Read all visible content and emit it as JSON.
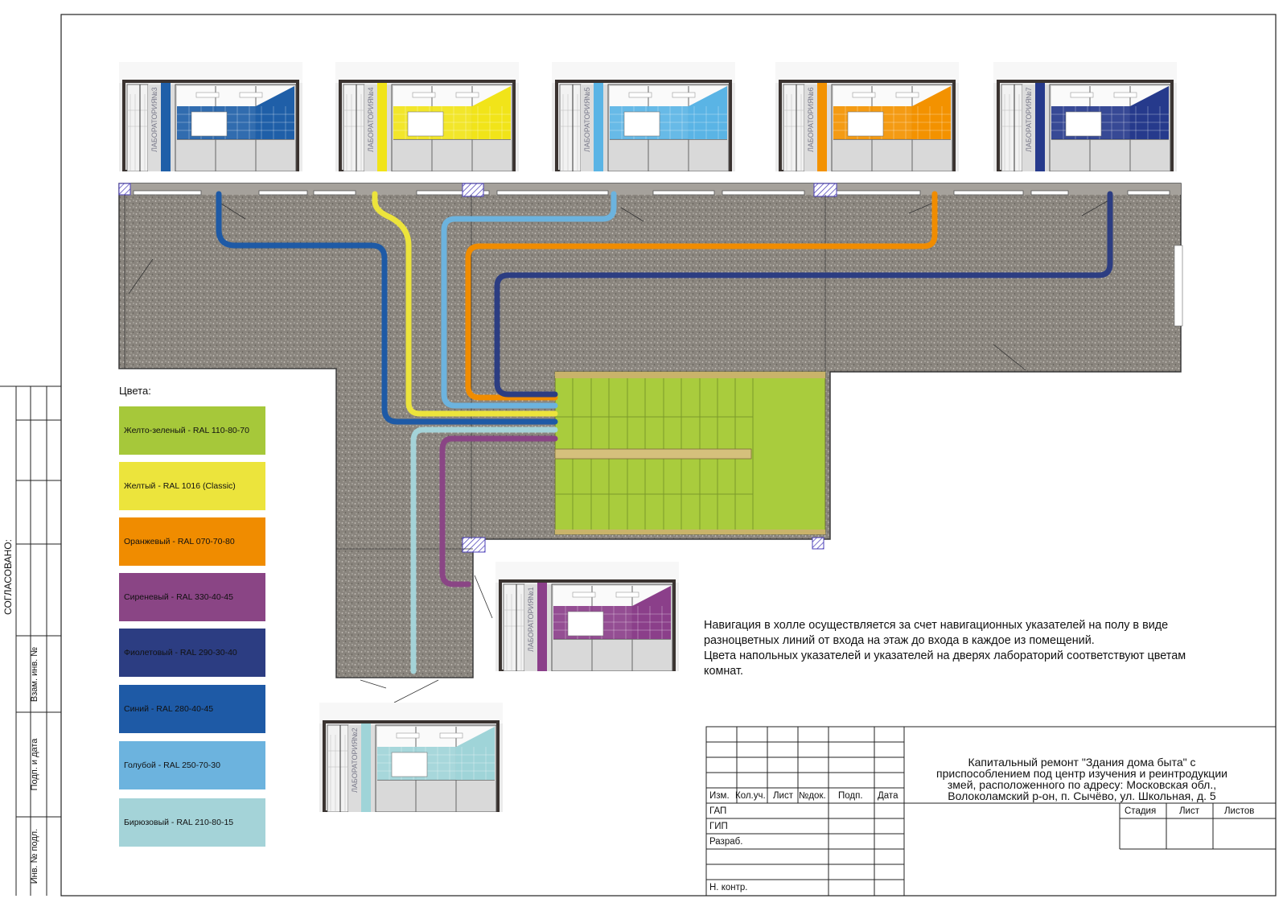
{
  "side_stamp": {
    "agreed": "СОГЛАСОВАНО:",
    "fields": [
      "Взам. инв. №",
      "Подп. и дата",
      "Инв. № подл."
    ]
  },
  "doors": [
    {
      "room_label": "ЛАБОРАТОРИЯ",
      "number": "№3",
      "color": "#1f5fa8"
    },
    {
      "room_label": "ЛАБОРАТОРИЯ",
      "number": "№4",
      "color": "#f1e419"
    },
    {
      "room_label": "ЛАБОРАТОРИЯ",
      "number": "№5",
      "color": "#5ab4e5"
    },
    {
      "room_label": "ЛАБОРАТОРИЯ",
      "number": "№6",
      "color": "#f39200"
    },
    {
      "room_label": "ЛАБОРАТОРИЯ",
      "number": "№7",
      "color": "#263a8c"
    },
    {
      "room_label": "ЛАБОРАТОРИЯ",
      "number": "№1",
      "color": "#8b3f8a"
    },
    {
      "room_label": "ЛАБОРАТОРИЯ",
      "number": "№2",
      "color": "#9fd4d8"
    }
  ],
  "legend": {
    "title": "Цвета:",
    "items": [
      {
        "label": "Желто-зеленый - RAL 110-80-70",
        "color": "#a6c83a"
      },
      {
        "label": "Желтый - RAL 1016 (Classic)",
        "color": "#ece43c"
      },
      {
        "label": "Оранжевый - RAL 070-70-80",
        "color": "#f08c00"
      },
      {
        "label": "Сиреневый - RAL 330-40-45",
        "color": "#8a4585"
      },
      {
        "label": "Фиолетовый - RAL 290-30-40",
        "color": "#2c3d82"
      },
      {
        "label": "Синий - RAL 280-40-45",
        "color": "#1e5aa6"
      },
      {
        "label": "Голубой - RAL 250-70-30",
        "color": "#6cb3de"
      },
      {
        "label": "Бирюзовый - RAL 210-80-15",
        "color": "#a4d3d8"
      }
    ]
  },
  "nav_note": [
    "Навигация в холле осуществляется за счет навигационных указателей на полу в виде",
    "разноцветных линий от входа на этаж до входа в каждое из помещений.",
    "Цвета напольных указателей и указателей на дверях лабораторий соответствуют цветам",
    "комнат."
  ],
  "title_block": {
    "headers": [
      "Изм.",
      "Кол.уч.",
      "Лист",
      "№док.",
      "Подп.",
      "Дата"
    ],
    "roles": [
      "ГАП",
      "ГИП",
      "Разраб.",
      "",
      "",
      "Н. контр."
    ],
    "stage_headers": [
      "Стадия",
      "Лист",
      "Листов"
    ],
    "project_title": [
      "Капитальный ремонт \"Здания дома быта\" с",
      "приспособлением под центр изучения и реинтродукции",
      "змей, расположенного по адресу: Московская обл.,",
      "Волоколамский р-он, п. Сычёво, ул. Школьная, д. 5"
    ]
  }
}
